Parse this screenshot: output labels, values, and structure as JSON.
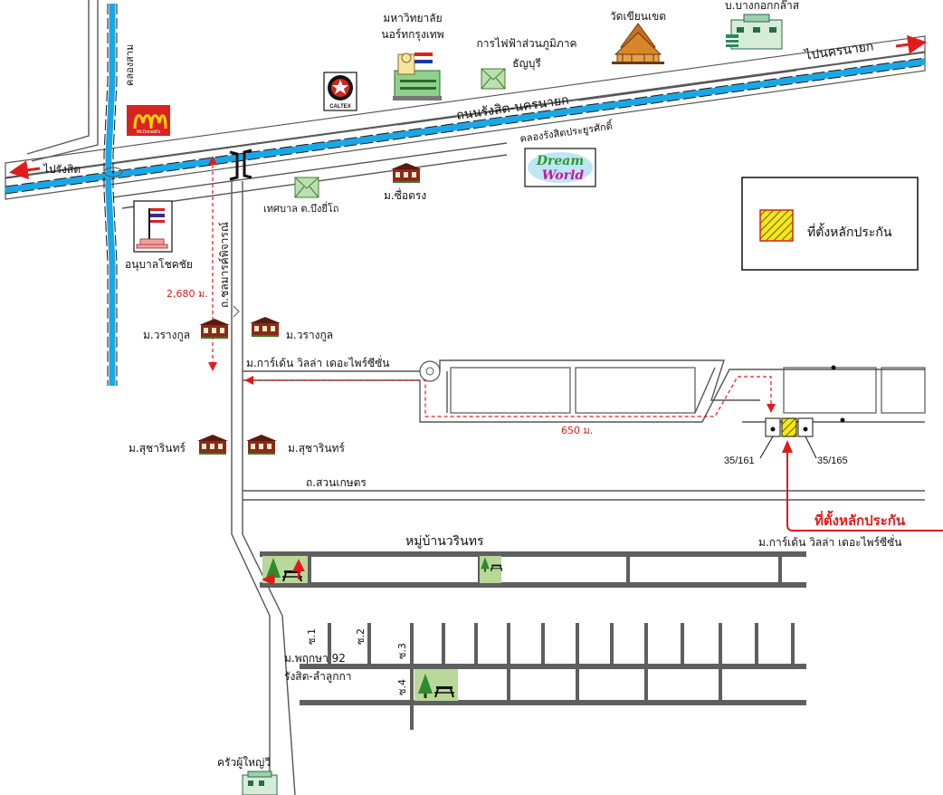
{
  "labels": {
    "top_road": "ถนนรังสิต-นครนายก",
    "to_rangsit": "ไปรังสิต",
    "to_nakhon_nayok": "ไปนครนายก",
    "canal_sam": "คลองสาม",
    "canal_rangsit": "คลองรังสิตประยูรศักดิ์",
    "university_line1": "มหาวิทยาลัย",
    "university_line2": "นอร์ทกรุงเทพ",
    "electricity_line1": "การไฟฟ้าส่วนภูมิภาค",
    "electricity_line2": "ธัญบุรี",
    "temple": "วัดเขียนเขต",
    "company": "บ.บางกอกกล๊าส",
    "caltex": "CALTEX",
    "mcdonalds": "McDonald's",
    "dreamworld_line1": "Dream",
    "dreamworld_line2": "World",
    "municipality": "เทศบาล ต.บึงยี่โถ",
    "village_suetrong": "ม.ซื่อตรง",
    "monument": "อนุบาลโชคชัย",
    "road_chom": "ถ.ชลมารค์พิจารณ์",
    "distance_2680": "2,680 ม.",
    "village_waraangkul_left": "ม.วรางกูล",
    "village_waraangkul_right": "ม.วรางกูล",
    "garden_villa_top": "ม.การ์เด้น วิลล่า เดอะไพร์ซีซั่น",
    "distance_650": "650 ม.",
    "village_sucharin_left": "ม.สุชารินทร์",
    "village_sucharin_right": "ม.สุชารินทร์",
    "house_35_161": "35/161",
    "house_35_165": "35/165",
    "road_suan_kaset": "ถ.สวนเกษตร",
    "location_red": "ที่ตั้งหลักประกัน",
    "village_warinthon": "หมู่บ้านวรินทร",
    "garden_villa_bottom": "ม.การ์เด้น วิลล่า เดอะไพร์ซีซั่น",
    "soi_1": "ซ.1",
    "soi_2": "ซ.2",
    "soi_3": "ซ.3",
    "soi_4": "ซ.4",
    "village_pruksa": "ม.พฤกษา 92",
    "rangsit_lamlukka": "รังสิต-ลำลูกกา",
    "restaurant": "ครัวผู้ใหญ่วี"
  },
  "legend": {
    "label": "ที่ตั้งหลักประกัน",
    "swatch_color": "#f5e61e",
    "stripe_color": "#6b6400"
  },
  "colors": {
    "canal": "#1aa7e6",
    "red": "#e11b1b",
    "road_gray": "#5f5f5f",
    "park_green": "#b8d89a"
  },
  "icons": {
    "mcdonalds": "mcdonalds-logo-icon",
    "caltex": "caltex-logo-icon",
    "university": "university-building-icon",
    "electricity": "envelope-marker-icon",
    "temple": "thai-temple-icon",
    "company": "factory-building-icon",
    "dreamworld": "dreamworld-logo-icon",
    "municipality": "envelope-marker-icon",
    "village": "house-icon",
    "monument": "flag-monument-icon",
    "park": "tree-bench-icon"
  }
}
